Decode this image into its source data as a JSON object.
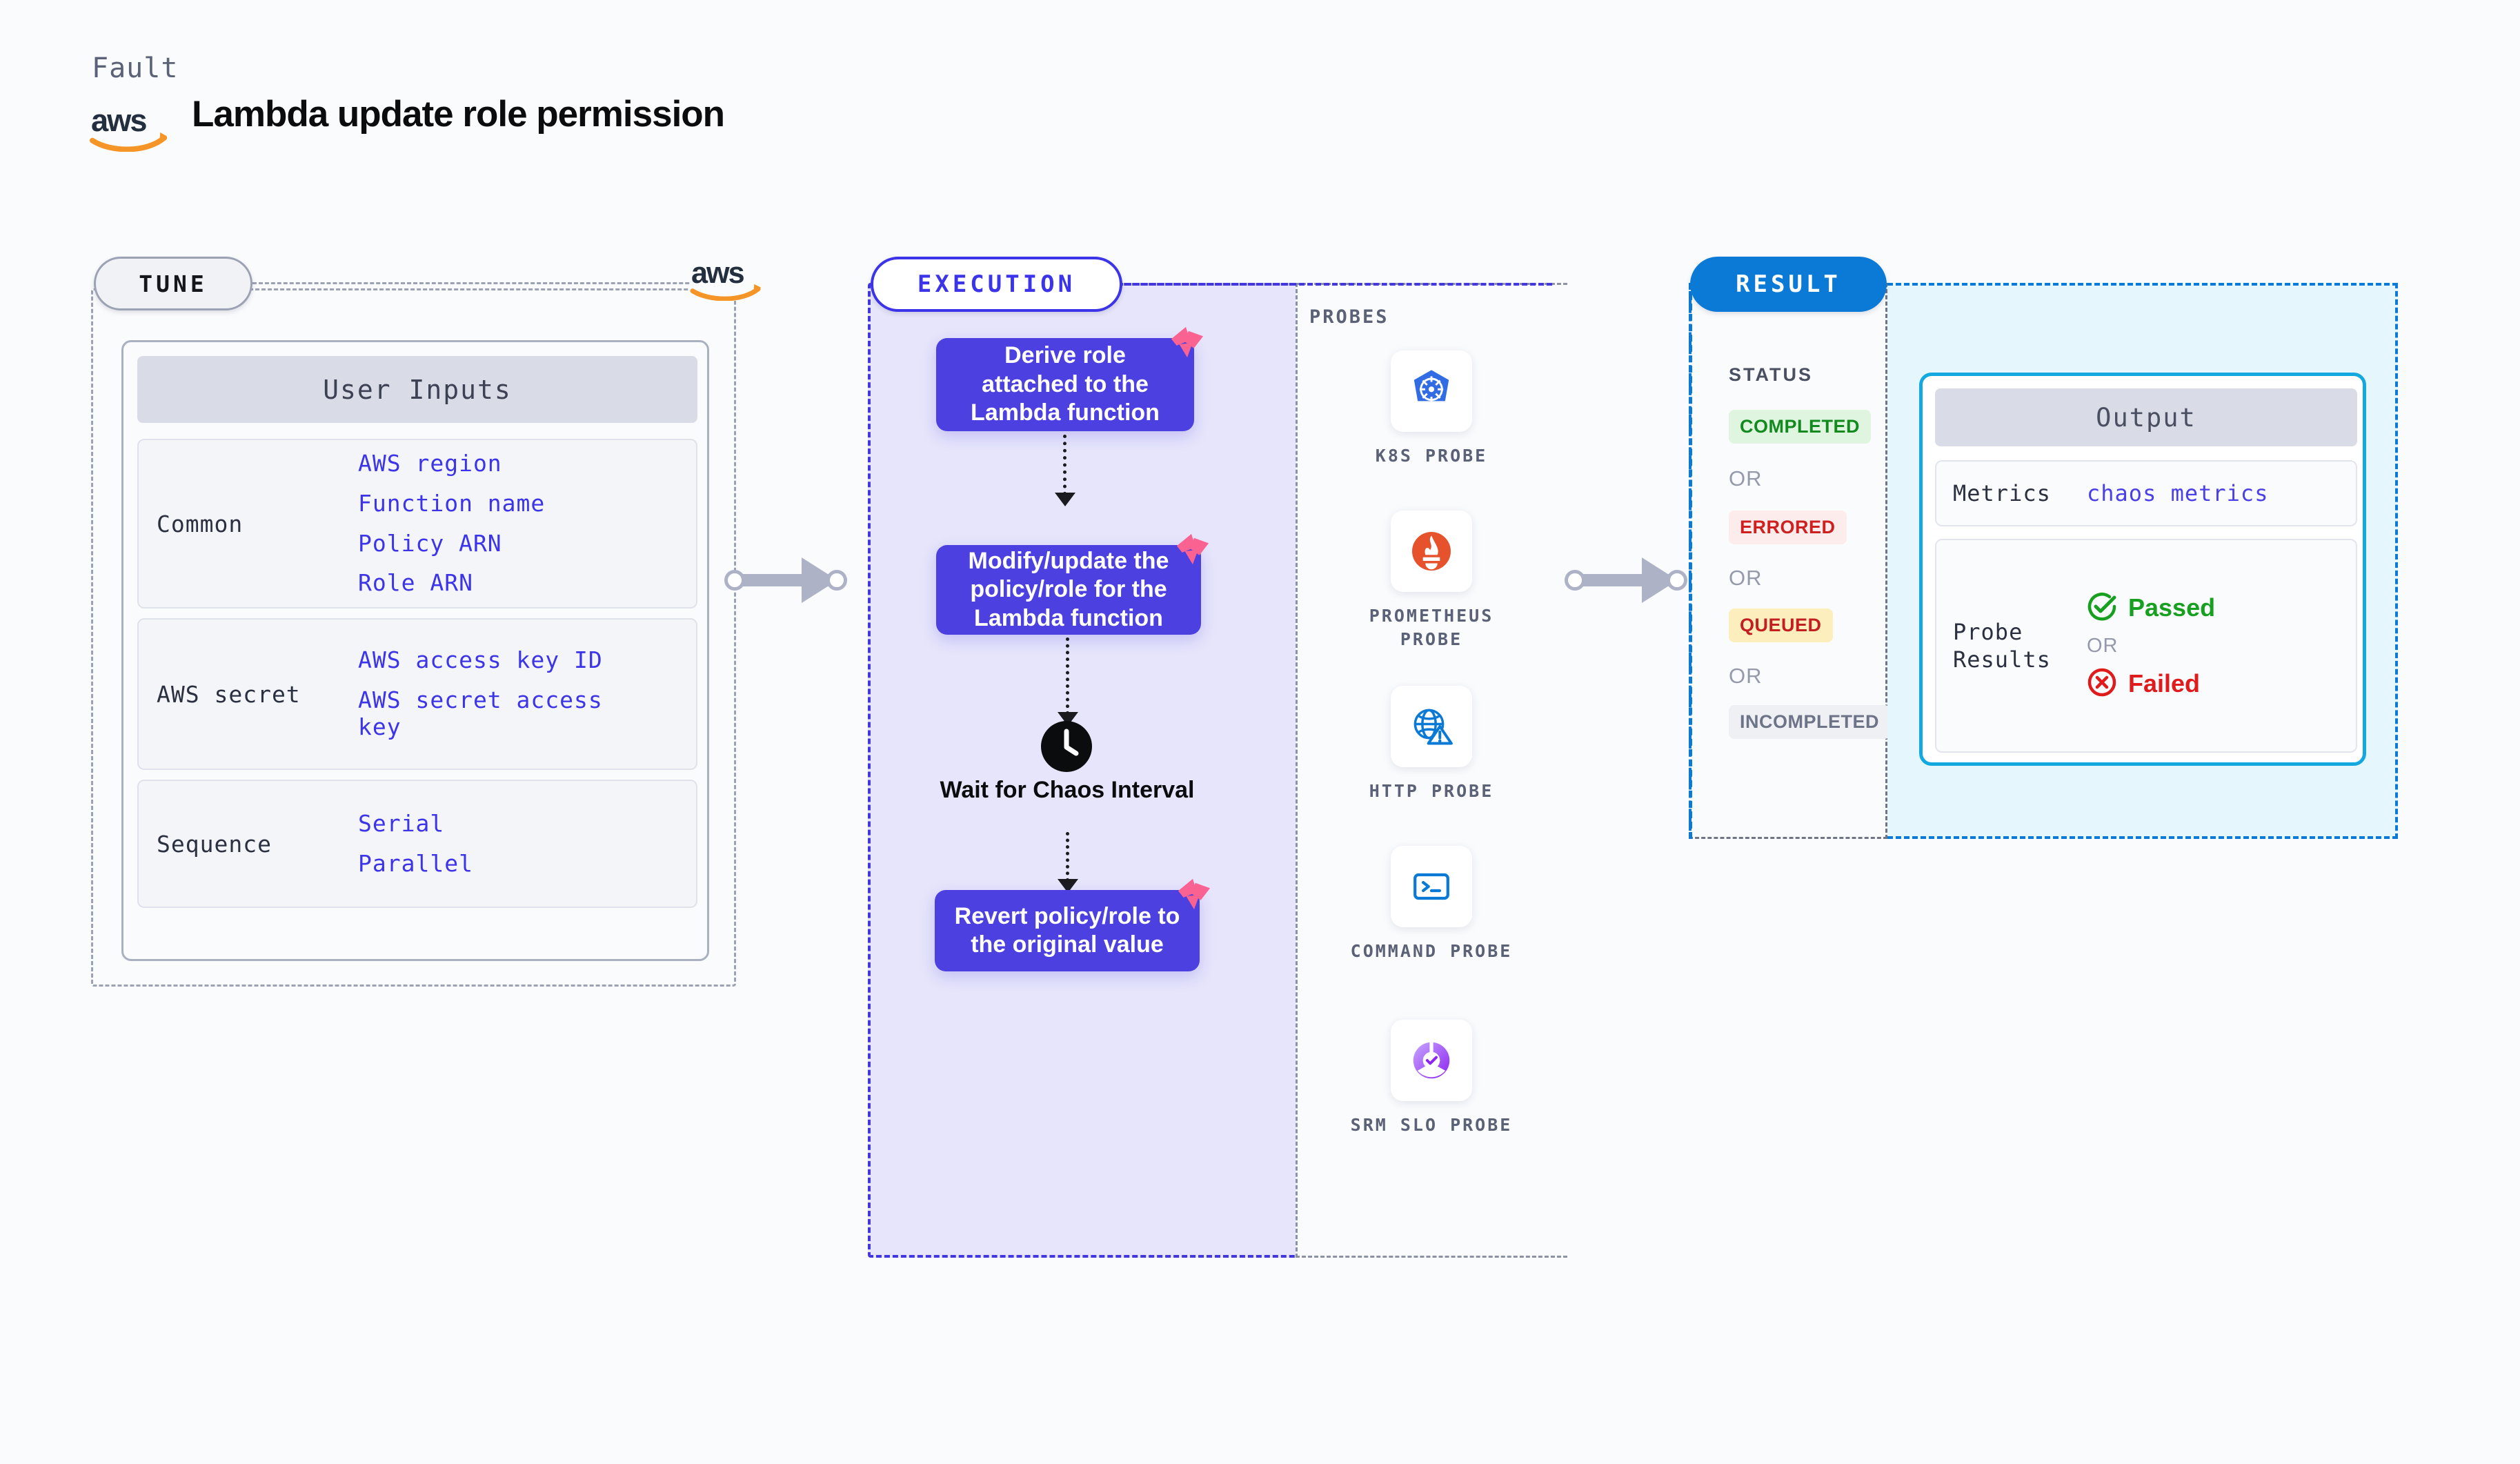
{
  "header": {
    "kicker": "Fault",
    "title": "Lambda update role permission",
    "logo_icon": "aws-logo-icon"
  },
  "tune": {
    "badge": "TUNE",
    "logo_icon": "aws-logo-icon",
    "card_title": "User Inputs",
    "groups": [
      {
        "label": "Common",
        "values": [
          "AWS region",
          "Function name",
          "Policy ARN",
          "Role ARN"
        ]
      },
      {
        "label": "AWS secret",
        "values": [
          "AWS access key ID",
          "AWS secret access key"
        ]
      },
      {
        "label": "Sequence",
        "values": [
          "Serial",
          "Parallel"
        ]
      }
    ]
  },
  "execution": {
    "badge": "EXECUTION",
    "steps": [
      {
        "text": "Derive role attached to the Lambda function",
        "badge_icon": "litmus-chaos-icon"
      },
      {
        "text": "Modify/update the policy/role for the Lambda function",
        "badge_icon": "litmus-chaos-icon"
      },
      {
        "text": "Revert policy/role to the original value",
        "badge_icon": "litmus-chaos-icon"
      }
    ],
    "wait": {
      "icon": "clock-icon",
      "label": "Wait for Chaos Interval"
    }
  },
  "probes": {
    "title": "PROBES",
    "items": [
      {
        "label": "K8S PROBE",
        "icon": "kubernetes-icon"
      },
      {
        "label": "PROMETHEUS PROBE",
        "icon": "prometheus-icon"
      },
      {
        "label": "HTTP PROBE",
        "icon": "http-globe-warning-icon"
      },
      {
        "label": "COMMAND PROBE",
        "icon": "terminal-icon"
      },
      {
        "label": "SRM SLO PROBE",
        "icon": "srm-slo-icon"
      }
    ]
  },
  "result": {
    "badge": "RESULT",
    "status_title": "STATUS",
    "or": "OR",
    "statuses": [
      {
        "label": "COMPLETED",
        "bg": "#dff5e0",
        "fg": "#128a1e"
      },
      {
        "label": "ERRORED",
        "bg": "#fdecec",
        "fg": "#cf2020"
      },
      {
        "label": "QUEUED",
        "bg": "#fdeebd",
        "fg": "#c41f1f"
      },
      {
        "label": "INCOMPLETED",
        "bg": "#eef0f4",
        "fg": "#6e7488"
      }
    ],
    "output": {
      "title": "Output",
      "metrics_key": "Metrics",
      "metrics_value": "chaos metrics",
      "probe_key": "Probe Results",
      "passed": "Passed",
      "failed": "Failed",
      "or": "OR",
      "passed_icon": "check-circle-icon",
      "failed_icon": "x-circle-icon"
    }
  },
  "colors": {
    "accent_purple": "#3c34e8",
    "accent_blue": "#0b7ad6",
    "aws_orange": "#f59527",
    "litmus_pink": "#fa6292"
  }
}
